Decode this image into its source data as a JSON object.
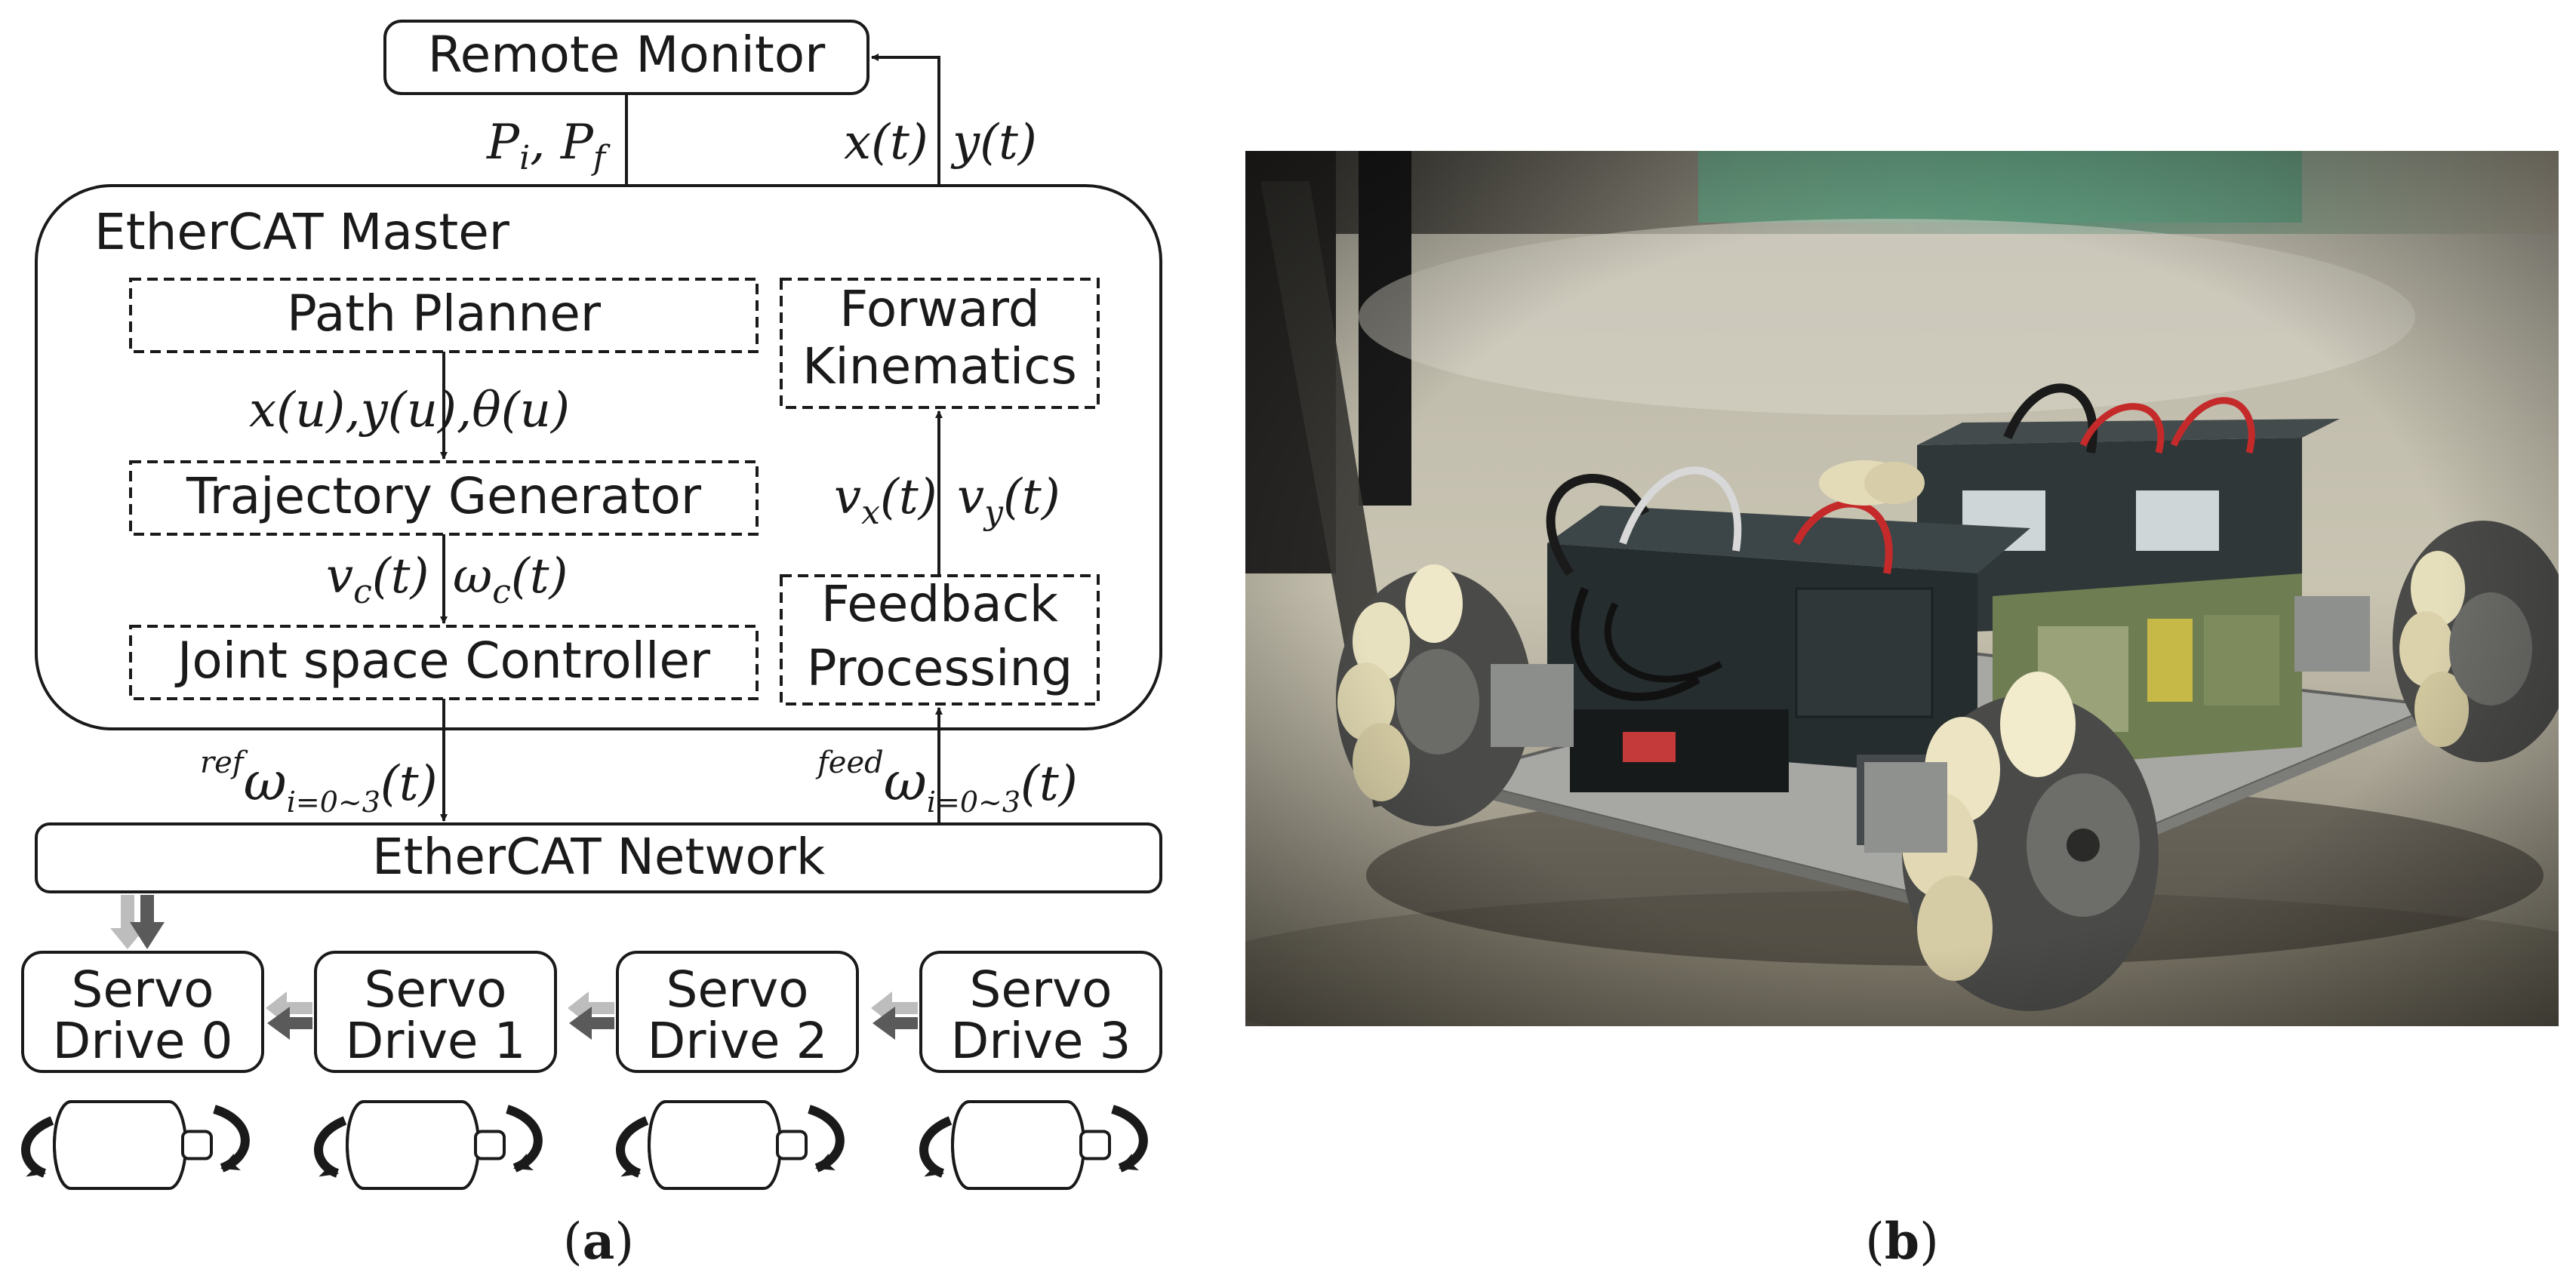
{
  "diagram": {
    "remote_monitor": "Remote Monitor",
    "pi_pf": "P",
    "pi_sub": "i",
    "pf_label": "P",
    "pf_sub": "f",
    "xt": "x(t)",
    "yt": "y(t)",
    "master_label": "EtherCAT Master",
    "path_planner": "Path Planner",
    "forward_kin_1": "Forward",
    "forward_kin_2": "Kinematics",
    "xu": "x(u),y(u),θ(u)",
    "traj_gen": "Trajectory Generator",
    "vx": "v",
    "vx_sub": "x",
    "vx_arg": "(t)",
    "vy": "v",
    "vy_sub": "y",
    "vy_arg": "(t)",
    "vc": "v",
    "vc_sub": "c",
    "vc_arg": "(t)",
    "wc": "ω",
    "wc_sub": "c",
    "wc_arg": "(t)",
    "feedback_1": "Feedback",
    "feedback_2": "Processing",
    "joint_ctrl": "Joint space Controller",
    "ref_sup": "ref",
    "ref_w": "ω",
    "ref_sub": "i=0~3",
    "ref_arg": "(t)",
    "feed_sup": "feed",
    "feed_w": "ω",
    "feed_sub": "i=0~3",
    "feed_arg": "(t)",
    "network": "EtherCAT Network",
    "servo_top": "Servo",
    "servos": [
      "Drive 0",
      "Drive 1",
      "Drive 2",
      "Drive 3"
    ]
  },
  "captions": {
    "a": "a",
    "b": "b"
  }
}
